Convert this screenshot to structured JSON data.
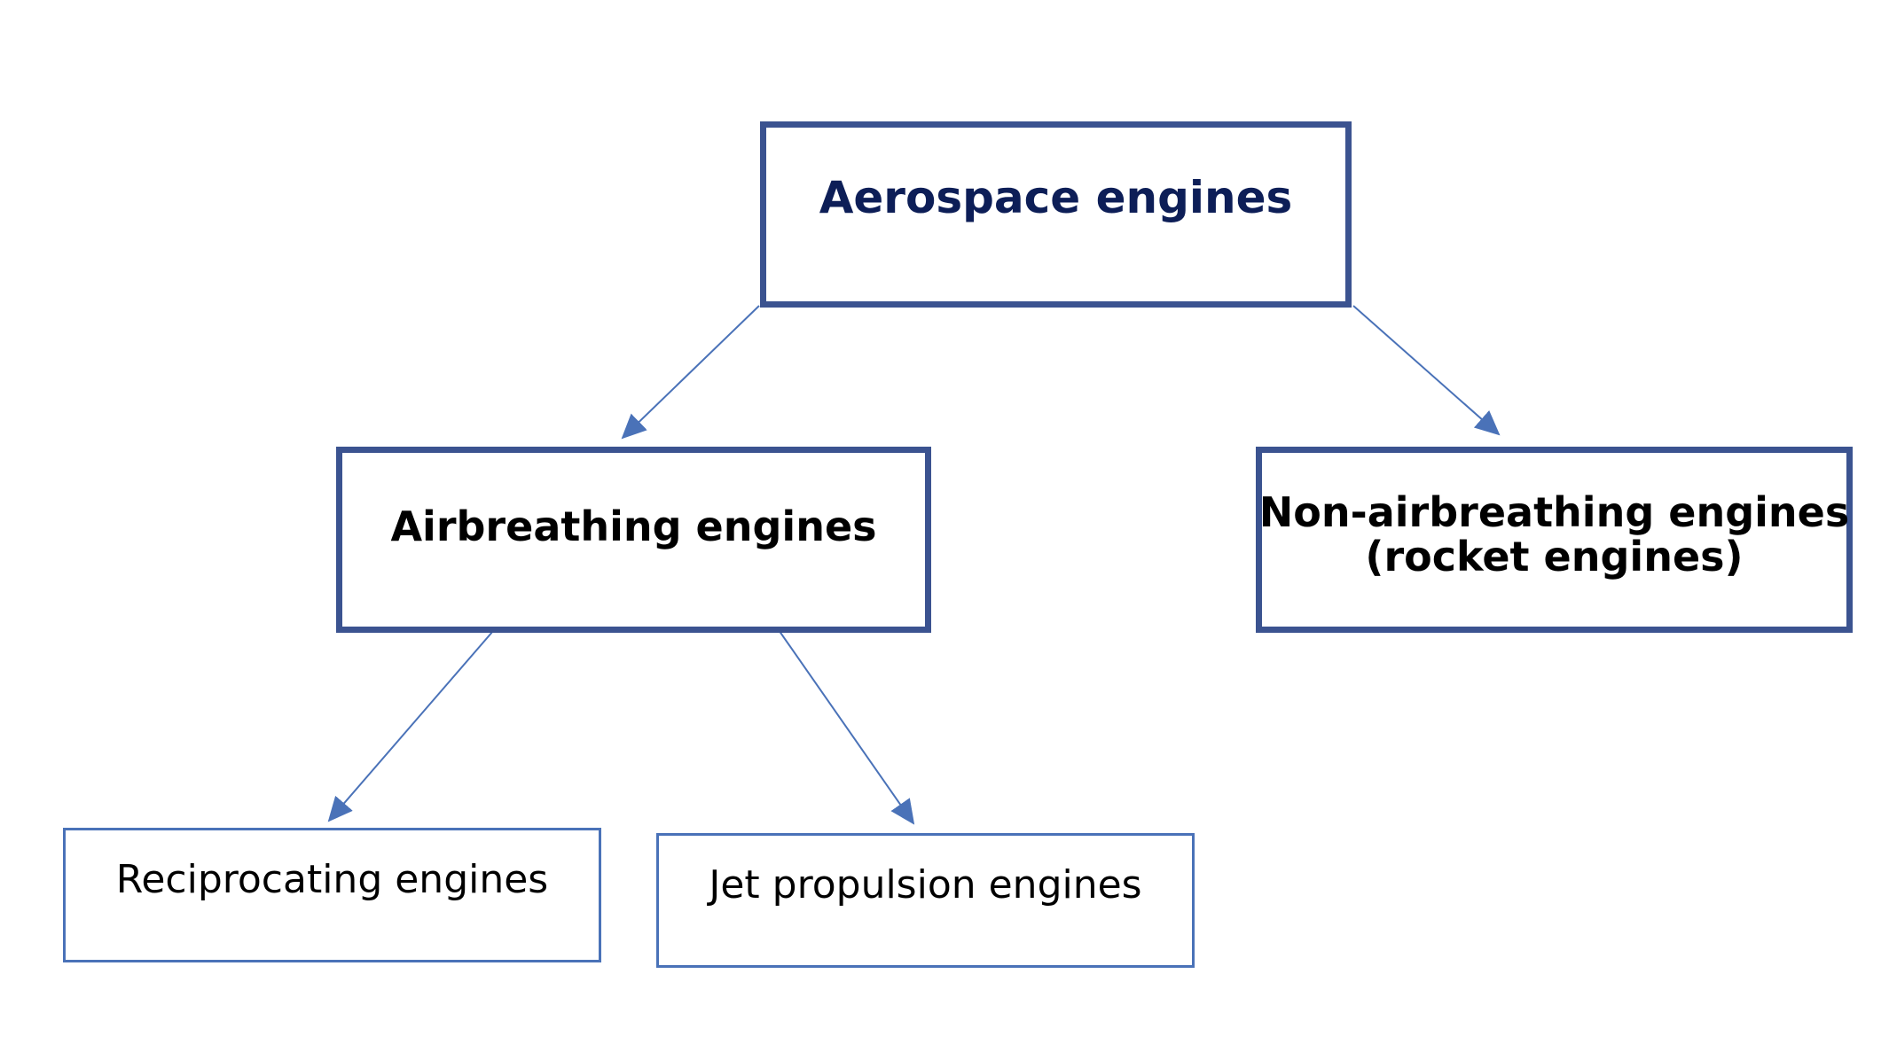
{
  "diagram": {
    "nodes": {
      "root": {
        "label": "Aerospace engines"
      },
      "airbreathing": {
        "label": "Airbreathing engines"
      },
      "non_airbreathing": {
        "label_line1": "Non-airbreathing engines",
        "label_line2": "(rocket engines)"
      },
      "reciprocating": {
        "label": "Reciprocating engines"
      },
      "jet": {
        "label": "Jet propulsion engines"
      }
    },
    "edges": [
      {
        "from": "Aerospace engines",
        "to": "Airbreathing engines"
      },
      {
        "from": "Aerospace engines",
        "to": "Non-airbreathing engines (rocket engines)"
      },
      {
        "from": "Airbreathing engines",
        "to": "Reciprocating engines"
      },
      {
        "from": "Airbreathing engines",
        "to": "Jet propulsion engines"
      }
    ],
    "colors": {
      "thick_border": "#3b5390",
      "thin_border": "#4a72b8",
      "arrow": "#4a72b8",
      "title_text": "#0d1e57"
    }
  }
}
